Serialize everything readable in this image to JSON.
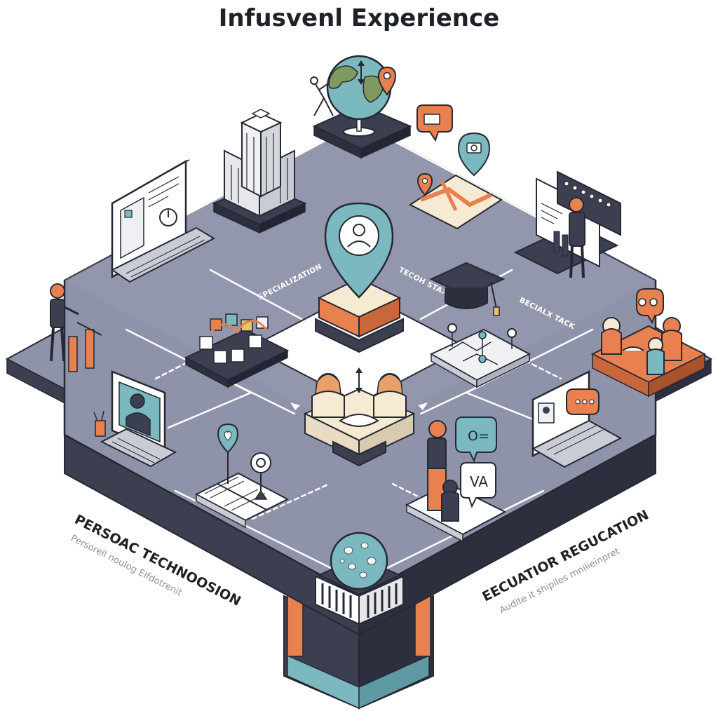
{
  "title": "Infusvenl Experience",
  "board_labels": {
    "specialization": "SPECIALIZATION",
    "center_right": "TECOH STAXN",
    "right": "BECIALX TACK"
  },
  "bottom_left": {
    "heading": "PERSOAC TECHNOOSION",
    "subheading": "Persorell noulog Elfdotrenit"
  },
  "bottom_right": {
    "heading": "EECUATIOR REGUCATION",
    "subheading": "Audite it shipiles mnilieinpret"
  },
  "bubble_texts": {
    "chat_va": "VA",
    "chat_o": "O="
  },
  "colors": {
    "board_top": "#8e93a9",
    "board_side": "#3b3f50",
    "outline": "#262833",
    "accent_orange": "#e8804f",
    "accent_teal": "#7bb8c0",
    "cream": "#f6ead2",
    "white": "#ffffff"
  },
  "icons": [
    "globe-icon",
    "map-pin-icon",
    "building-icon",
    "monitor-icon",
    "presenter-icon",
    "location-pin-icon",
    "graduation-cap-icon",
    "handshake-icon",
    "chat-bubble-icon",
    "open-book-icon",
    "laptop-icon",
    "map-icon",
    "server-icon"
  ]
}
